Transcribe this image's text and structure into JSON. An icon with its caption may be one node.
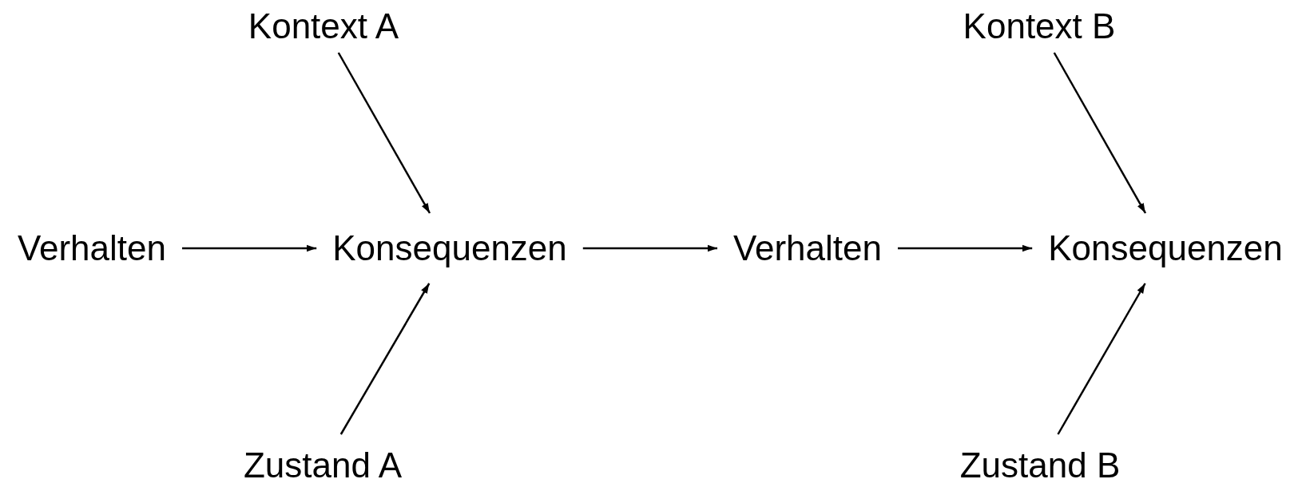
{
  "diagram": {
    "nodes": [
      {
        "text": [
          "Kontext A"
        ]
      },
      {
        "text": [
          "Verhalten"
        ]
      },
      {
        "text": [
          "Konsequenzen"
        ]
      },
      {
        "text": [
          "Zustand A"
        ]
      },
      {
        "text": [
          "Verhalten"
        ]
      },
      {
        "text": [
          "Kontext B"
        ]
      },
      {
        "text": [
          "Konsequenzen"
        ]
      },
      {
        "text": [
          "Zustand B"
        ]
      }
    ],
    "edges": [
      {
        "from": 0,
        "to": 2,
        "arrow": "to"
      },
      {
        "from": 1,
        "to": 2,
        "arrow": "to"
      },
      {
        "from": 3,
        "to": 2,
        "arrow": "to"
      },
      {
        "from": 2,
        "to": 4,
        "arrow": "to"
      },
      {
        "from": 5,
        "to": 6,
        "arrow": "to"
      },
      {
        "from": 4,
        "to": 6,
        "arrow": "to"
      },
      {
        "from": 7,
        "to": 6,
        "arrow": "to"
      }
    ]
  }
}
